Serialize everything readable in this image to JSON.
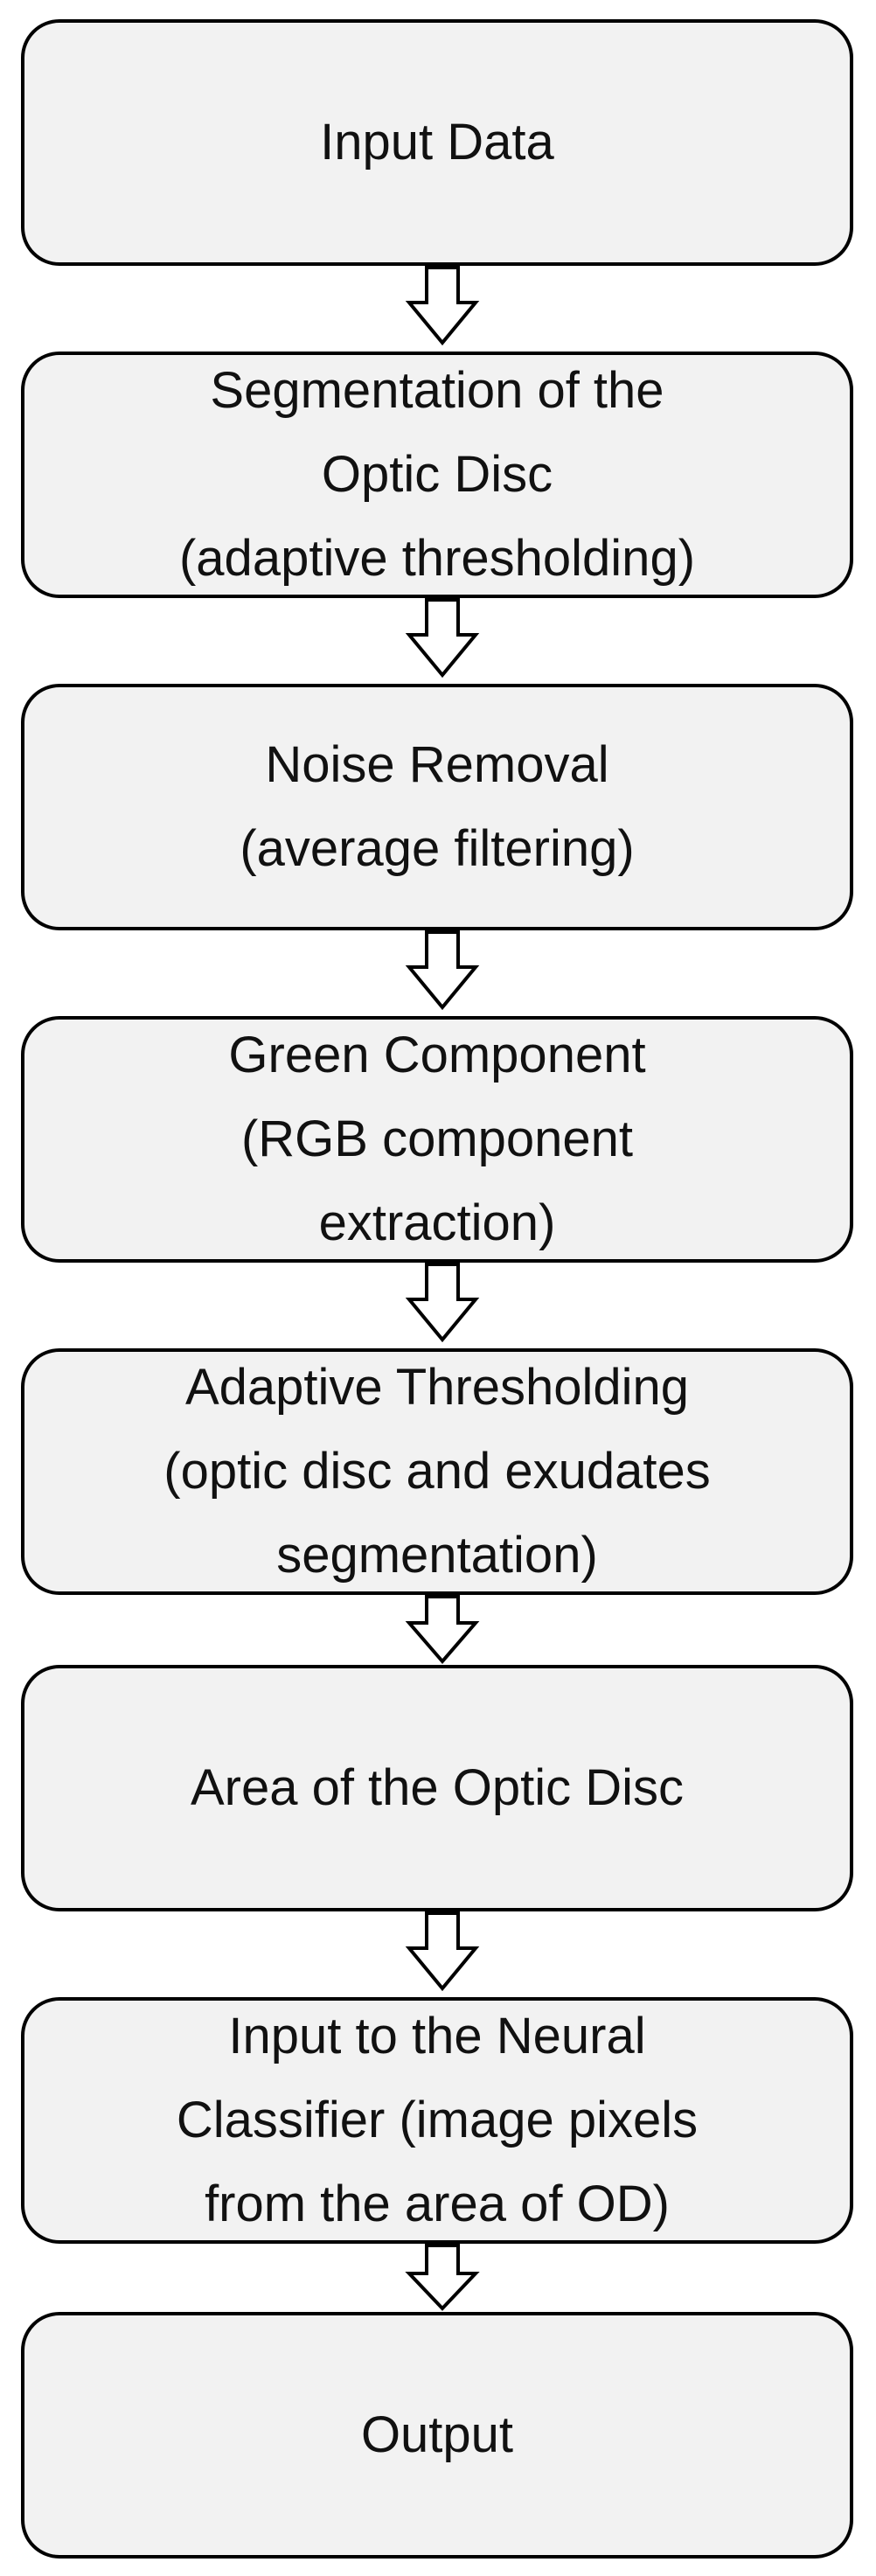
{
  "flowchart": {
    "steps": [
      {
        "lines": [
          "Input Data"
        ]
      },
      {
        "lines": [
          "Segmentation of the",
          "Optic Disc",
          "(adaptive thresholding)"
        ]
      },
      {
        "lines": [
          "Noise Removal",
          "(average filtering)"
        ]
      },
      {
        "lines": [
          "Green Component",
          "(RGB component",
          "extraction)"
        ]
      },
      {
        "lines": [
          "Adaptive Thresholding",
          "(optic disc and exudates",
          "segmentation)"
        ]
      },
      {
        "lines": [
          "Area of the Optic Disc"
        ]
      },
      {
        "lines": [
          "Input to the Neural",
          "Classifier (image pixels",
          "from the area of OD)"
        ]
      },
      {
        "lines": [
          "Output"
        ]
      }
    ]
  },
  "colors": {
    "box_fill": "#f2f2f2",
    "box_border": "#000000",
    "arrow_fill": "#ffffff",
    "arrow_stroke": "#000000",
    "text": "#111111"
  }
}
